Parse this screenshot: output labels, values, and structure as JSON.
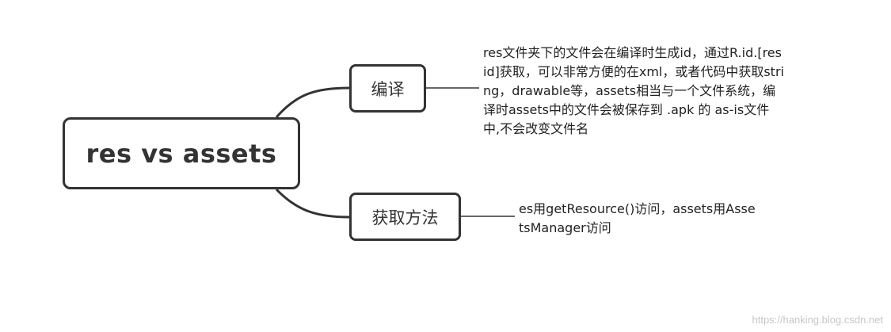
{
  "diagram": {
    "central_topic": "res vs assets",
    "branches": [
      {
        "label": "编译",
        "note": "res文件夹下的文件会在编译时生成id，通过R.id.[res id]获取，可以非常方便的在xml，或者代码中获取string，drawable等，assets相当与一个文件系统，编译时assets中的文件会被保存到 .apk 的 as-is文件中,不会改变文件名"
      },
      {
        "label": "获取方法",
        "note": "es用getResource()访问，assets用AssetsManager访问"
      }
    ]
  },
  "watermark": "https://hanking.blog.csdn.net",
  "colors": {
    "stroke": "#333333",
    "background": "#ffffff",
    "text": "#333333",
    "watermark": "#c6c6c6"
  }
}
